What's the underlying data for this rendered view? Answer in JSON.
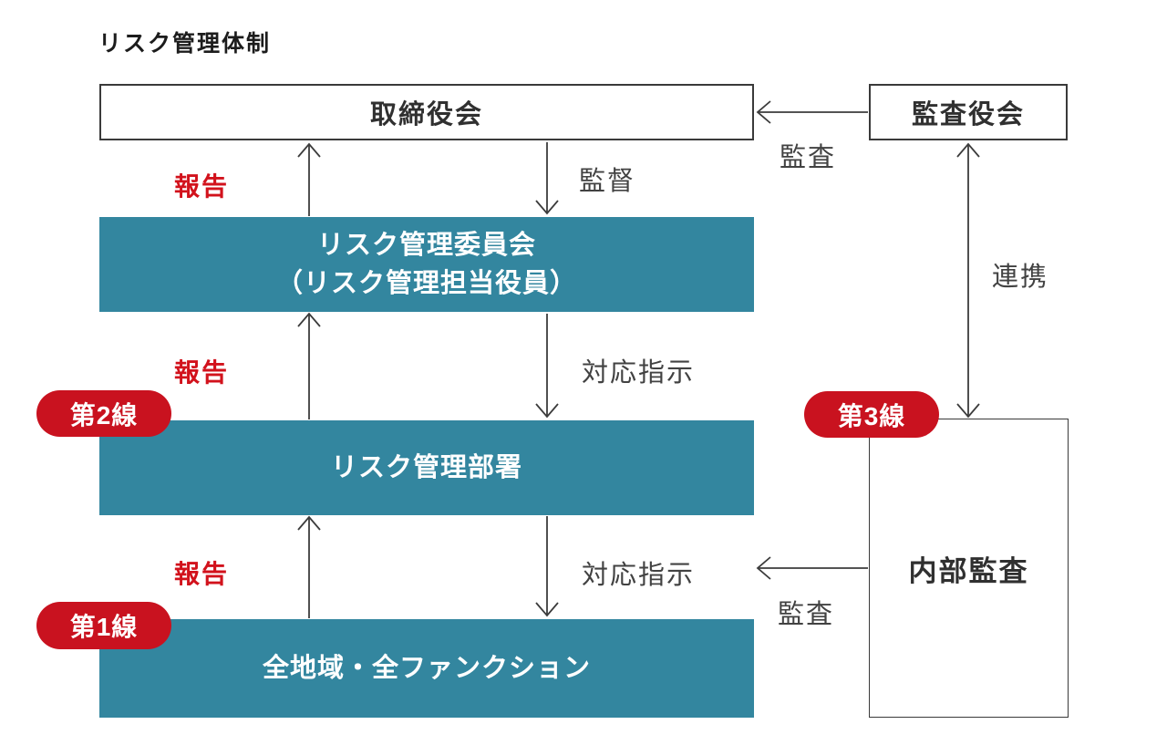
{
  "title": "リスク管理体制",
  "colors": {
    "teal_box": "#33869f",
    "red_badge": "#c9121f",
    "red_label": "#d2121c",
    "line": "#3c3c3c",
    "box_border": "#3a3a3a"
  },
  "boxes": {
    "board": "取締役会",
    "audit_board": "監査役会",
    "risk_committee_line1": "リスク管理委員会",
    "risk_committee_line2": "（リスク管理担当役員）",
    "risk_dept": "リスク管理部署",
    "all_functions": "全地域・全ファンクション",
    "internal_audit": "内部監査"
  },
  "badges": {
    "line1": "第1線",
    "line2": "第2線",
    "line3": "第3線"
  },
  "labels": {
    "report1": "報告",
    "report2": "報告",
    "report3": "報告",
    "supervision": "監督",
    "instruction1": "対応指示",
    "instruction2": "対応指示",
    "audit_top": "監査",
    "audit_bottom": "監査",
    "cooperation": "連携"
  }
}
